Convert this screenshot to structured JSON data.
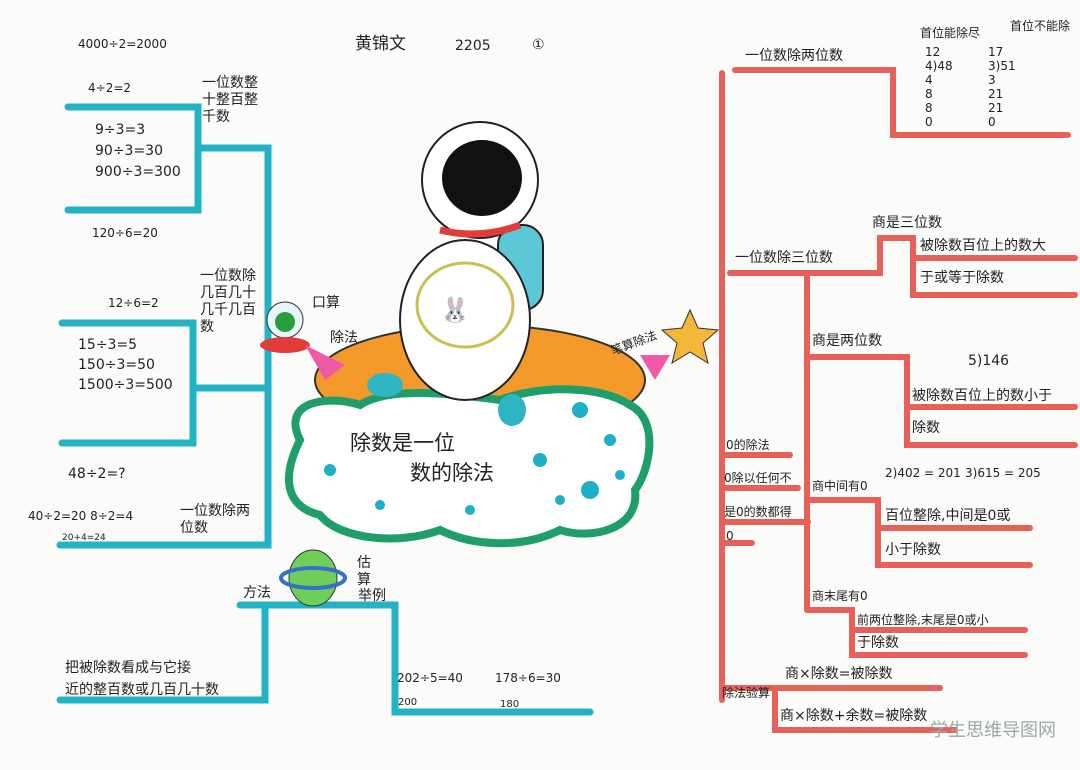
{
  "header": {
    "name": "黄锦文",
    "class_no": "2205",
    "mark": "①"
  },
  "center": {
    "title_line1": "除数是一位",
    "title_line2": "数的除法"
  },
  "colors": {
    "left_branch": "#22b4c6",
    "right_branch": "#e8605a",
    "cloud_dots": "#1fb0c8",
    "cloud_border": "#1f9e6a",
    "planet_orange": "#f39a2a"
  },
  "oral": {
    "label_1": "口算",
    "label_2": "除法",
    "whole_tens": {
      "label": "一位数整十整百整千数",
      "example_top": "4000÷2=2000",
      "example_small": "4÷2=2",
      "examples": [
        "9÷3=3",
        "90÷3=30",
        "900÷3=300"
      ],
      "example_bottom": "120÷6=20"
    },
    "hundreds_tens": {
      "label": "一位数除几百几十几千几百数",
      "example_top": "12÷6=2",
      "examples": [
        "15÷3=5",
        "150÷3=50",
        "1500÷3=500"
      ]
    },
    "two_digit": {
      "label": "一位数除两位数",
      "question": "48÷2=?",
      "split": "40÷2=20  8÷2=4",
      "sum": "20+4=24"
    }
  },
  "estimate": {
    "label": "估算",
    "method_label": "方法",
    "method_text_1": "把被除数看成与它接",
    "method_text_2": "近的整百数或几百几十数",
    "example_label": "举例",
    "examples": [
      {
        "expr": "202÷5=40",
        "approx": "200"
      },
      {
        "expr": "178÷6=30",
        "approx": "180"
      }
    ]
  },
  "written": {
    "label": "笔算除法",
    "two_digit": {
      "label": "一位数除两位数",
      "case_1": "首位能除尽",
      "case_2": "首位不能除",
      "calc_1": [
        "12",
        "4)48",
        "4",
        "8",
        "8",
        "0"
      ],
      "calc_2": [
        "17",
        "3)51",
        "3",
        "21",
        "21",
        "0"
      ]
    },
    "three_digit": {
      "label": "一位数除三位数",
      "quotient_three": "商是三位数",
      "quotient_three_rule_1": "被除数百位上的数大",
      "quotient_three_rule_2": "于或等于除数",
      "quotient_two": "商是两位数",
      "quotient_two_example": "5)146",
      "quotient_two_rule_1": "被除数百位上的数小于",
      "quotient_two_rule_2": "除数",
      "middle_zero": "商中间有0",
      "middle_examples": [
        "2)402 = 201",
        "3)615 = 205"
      ],
      "middle_rule_1": "百位整除,中间是0或",
      "middle_rule_2": "小于除数",
      "end_zero": "商末尾有0",
      "end_rule_1": "前两位整除,末尾是0或小",
      "end_rule_2": "于除数"
    },
    "zero": {
      "label": "0的除法",
      "rule_1": "0除以任何不",
      "rule_2": "是0的数都得",
      "rule_3": "0"
    },
    "check": {
      "label": "除法验算",
      "rule_1": "商×除数=被除数",
      "rule_2": "商×除数+余数=被除数"
    }
  },
  "watermark": "学生思维导图网"
}
